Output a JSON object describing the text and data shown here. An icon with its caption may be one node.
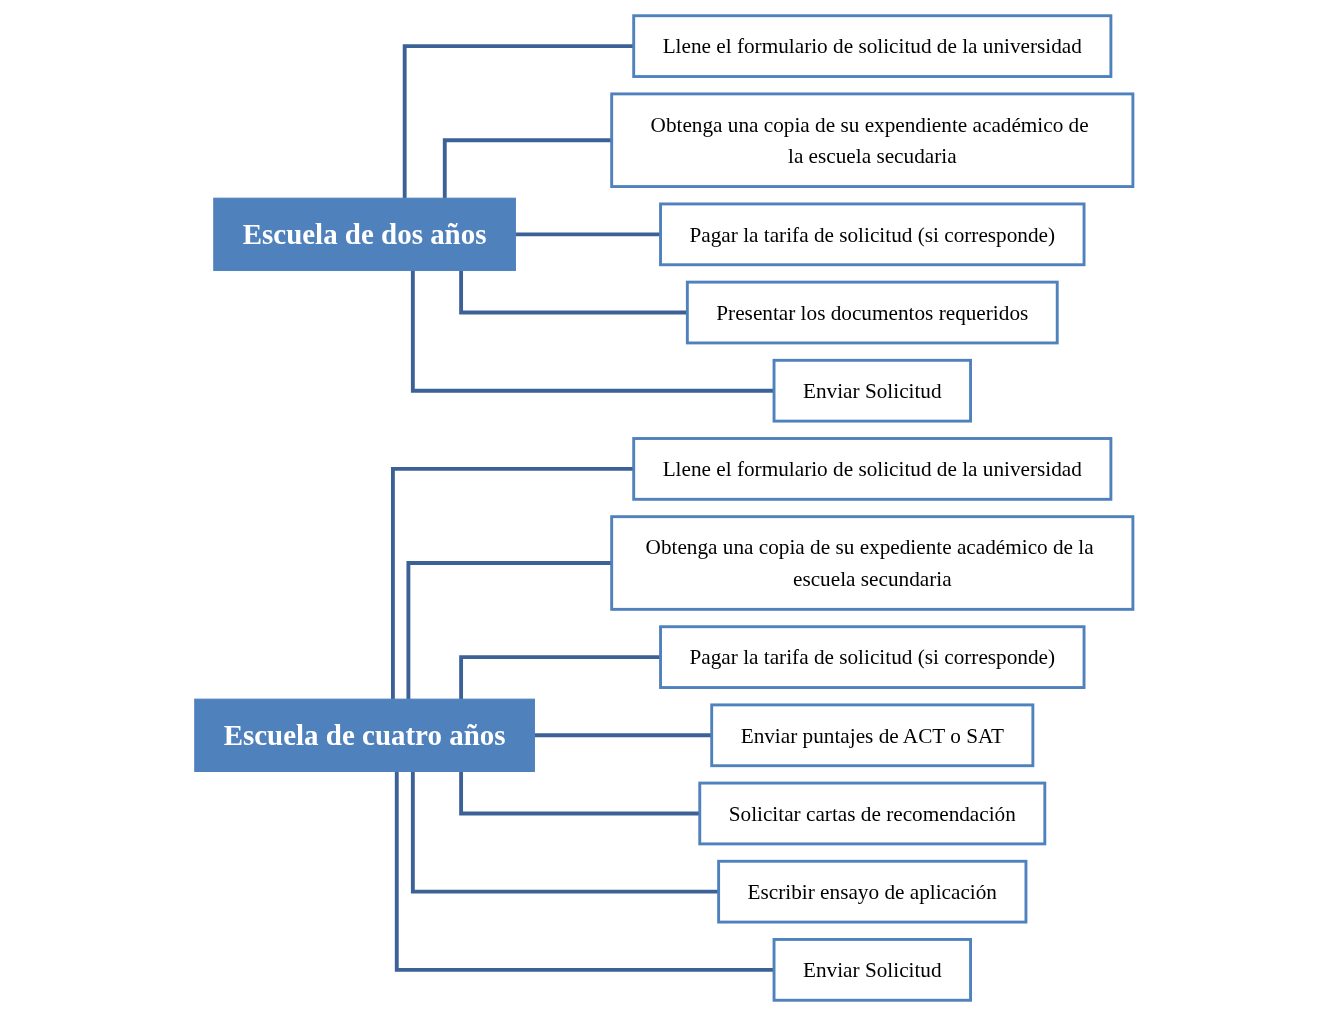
{
  "diagram": {
    "nodes": [
      {
        "text": [
          "Escuela de dos años"
        ]
      },
      {
        "text": [
          "Llene el formulario de solicitud de la universidad"
        ]
      },
      {
        "text": [
          "Obtenga una copia de su expendiente académico de la escuela secudaria"
        ]
      },
      {
        "text": [
          "Pagar la tarifa de solicitud (si corresponde)"
        ]
      },
      {
        "text": [
          "Presentar los documentos requeridos"
        ]
      },
      {
        "text": [
          "Enviar Solicitud"
        ]
      },
      {
        "text": [
          "Escuela de cuatro años"
        ]
      },
      {
        "text": [
          "Llene el formulario de solicitud de la universidad"
        ]
      },
      {
        "text": [
          "Obtenga una copia de su expediente académico de la escuela secundaria"
        ]
      },
      {
        "text": [
          "Pagar la tarifa de solicitud (si corresponde)"
        ]
      },
      {
        "text": [
          "Enviar puntajes de ACT o SAT"
        ]
      },
      {
        "text": [
          "Solicitar cartas de recomendación"
        ]
      },
      {
        "text": [
          "Escribir ensayo de aplicación"
        ]
      },
      {
        "text": [
          "Enviar Solicitud"
        ]
      }
    ],
    "edges": [
      {
        "from": 0,
        "to": 1,
        "arrow": "none"
      },
      {
        "from": 0,
        "to": 2,
        "arrow": "none"
      },
      {
        "from": 0,
        "to": 3,
        "arrow": "none"
      },
      {
        "from": 0,
        "to": 4,
        "arrow": "none"
      },
      {
        "from": 0,
        "to": 5,
        "arrow": "none"
      },
      {
        "from": 6,
        "to": 7,
        "arrow": "none"
      },
      {
        "from": 6,
        "to": 8,
        "arrow": "none"
      },
      {
        "from": 6,
        "to": 9,
        "arrow": "none"
      },
      {
        "from": 6,
        "to": 10,
        "arrow": "none"
      },
      {
        "from": 6,
        "to": 11,
        "arrow": "none"
      },
      {
        "from": 6,
        "to": 12,
        "arrow": "none"
      },
      {
        "from": 6,
        "to": 13,
        "arrow": "none"
      }
    ]
  }
}
